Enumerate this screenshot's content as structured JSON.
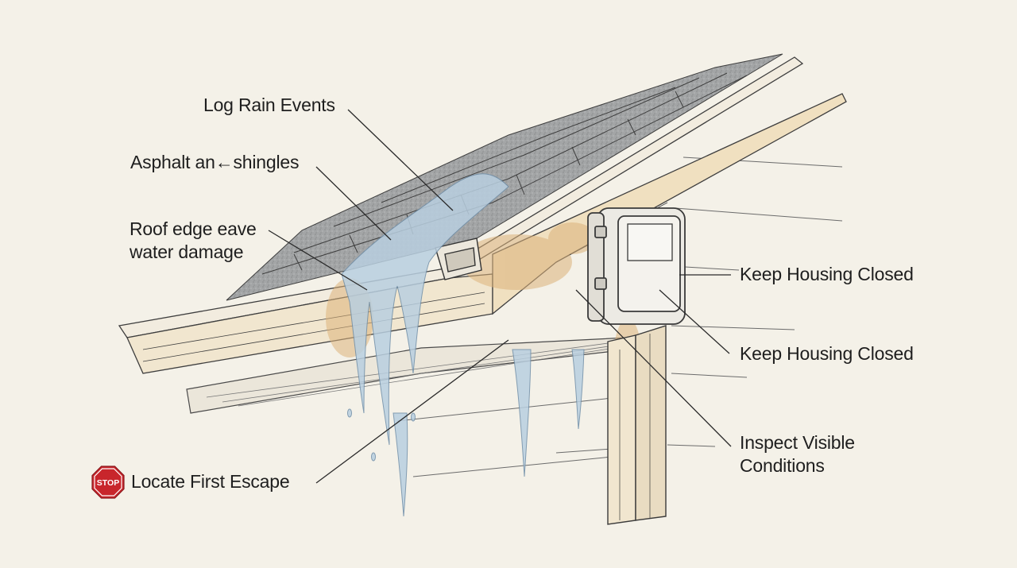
{
  "labels": {
    "log_rain_events": "Log Rain Events",
    "asphalt_shingles": "Asphalt an←shingles",
    "roof_edge_damage_line1": "Roof edge eave",
    "roof_edge_damage_line2": "water damage",
    "keep_housing_closed_upper": "Keep Housing Closed",
    "keep_housing_closed_lower": "Keep Housing Closed",
    "inspect_visible_conditions_line1": "Inspect Visible",
    "inspect_visible_conditions_line2": "Conditions",
    "locate_first_escape": "Locate First Escape"
  },
  "stop_sign": {
    "text": "STOP",
    "color": "#c8262c"
  },
  "colors": {
    "background": "#f4f1e8",
    "ink": "#2a2a2a",
    "shingle": "#9a9c9d",
    "water": "#b9cfe0",
    "stain": "#dcb27a",
    "wood": "#f1e6cf"
  }
}
